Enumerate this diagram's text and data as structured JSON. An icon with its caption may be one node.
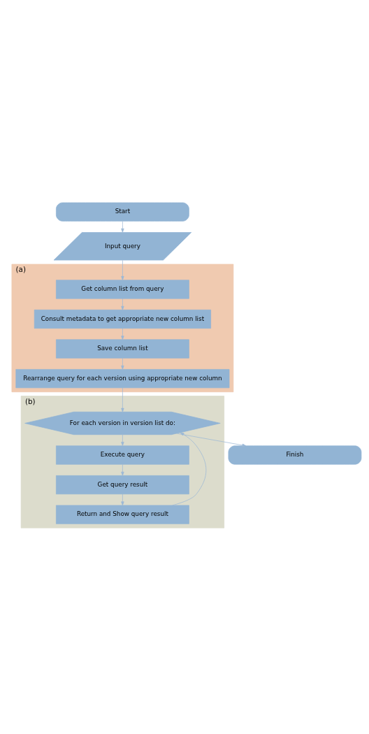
{
  "diagram": {
    "nodes": [
      {
        "text": [
          "Start"
        ]
      },
      {
        "text": [
          "Input query"
        ]
      },
      {
        "text": [
          "(a)"
        ]
      },
      {
        "text": [
          "Get column list from query"
        ],
        "in": 2
      },
      {
        "text": [
          "Consult metadata to get appropriate new column list"
        ],
        "in": 2
      },
      {
        "text": [
          "Save column list"
        ],
        "in": 2
      },
      {
        "text": [
          "Rearrange query for each version using appropriate new column"
        ],
        "in": 2
      },
      {
        "text": [
          "(b)"
        ]
      },
      {
        "text": [
          "For each version in version list do:"
        ],
        "in": 7
      },
      {
        "text": [
          "Execute query"
        ],
        "in": 7
      },
      {
        "text": [
          "Get query result"
        ],
        "in": 7
      },
      {
        "text": [
          "Return and Show query result"
        ],
        "in": 7
      },
      {
        "text": [
          "Finish"
        ]
      }
    ],
    "edges": [
      {
        "from": 0,
        "to": 1,
        "arrow": "to"
      },
      {
        "from": 1,
        "to": 3,
        "arrow": "to"
      },
      {
        "from": 3,
        "to": 4,
        "arrow": "to"
      },
      {
        "from": 4,
        "to": 5,
        "arrow": "to"
      },
      {
        "from": 5,
        "to": 6,
        "arrow": "to"
      },
      {
        "from": 6,
        "to": 8,
        "arrow": "to"
      },
      {
        "from": 8,
        "to": 9,
        "arrow": "to"
      },
      {
        "from": 9,
        "to": 10,
        "arrow": "to"
      },
      {
        "from": 10,
        "to": 11,
        "arrow": "to"
      },
      {
        "from": 11,
        "to": 8,
        "arrow": "to"
      },
      {
        "from": 8,
        "to": 12,
        "arrow": "to"
      }
    ]
  }
}
